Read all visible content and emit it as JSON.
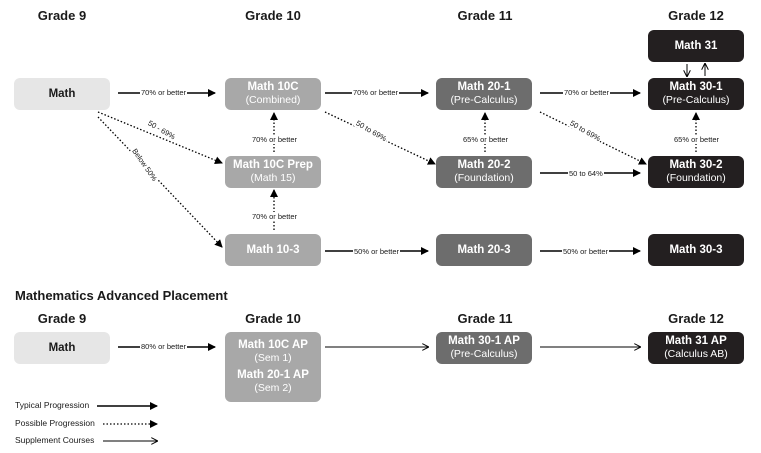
{
  "headers": [
    "Grade 9",
    "Grade 10",
    "Grade 11",
    "Grade 12"
  ],
  "ap_section_title": "Mathematics Advanced Placement",
  "courses": {
    "math9": {
      "name": "Math",
      "sub": ""
    },
    "math10c": {
      "name": "Math 10C",
      "sub": "(Combined)"
    },
    "math10cprep": {
      "name": "Math 10C Prep",
      "sub": "(Math 15)"
    },
    "math10_3": {
      "name": "Math 10-3",
      "sub": ""
    },
    "math20_1": {
      "name": "Math 20-1",
      "sub": "(Pre-Calculus)"
    },
    "math20_2": {
      "name": "Math 20-2",
      "sub": "(Foundation)"
    },
    "math20_3": {
      "name": "Math 20-3",
      "sub": ""
    },
    "math31": {
      "name": "Math 31",
      "sub": ""
    },
    "math30_1": {
      "name": "Math 30-1",
      "sub": "(Pre-Calculus)"
    },
    "math30_2": {
      "name": "Math 30-2",
      "sub": "(Foundation)"
    },
    "math30_3": {
      "name": "Math 30-3",
      "sub": ""
    }
  },
  "ap_courses": {
    "math9": {
      "name": "Math"
    },
    "math10ap": {
      "name": "Math 10C AP",
      "sub": "(Sem 1)",
      "name2": "Math 20-1 AP",
      "sub2": "(Sem 2)"
    },
    "math30_1ap": {
      "name": "Math 30-1 AP",
      "sub": "(Pre-Calculus)"
    },
    "math31ap": {
      "name": "Math 31 AP",
      "sub": "(Calculus AB)"
    }
  },
  "labels": {
    "m9_10c": "70% or better",
    "m9_prep": "50 - 69%",
    "m9_103": "Below 50%",
    "m10c_201": "70% or better",
    "m10c_202": "50 to 69%",
    "prep_10c": "70% or better",
    "m103_prep": "70% or better",
    "m103_203": "50% or better",
    "m201_301": "70% or better",
    "m201_302": "50 to 69%",
    "m202_201": "65% or better",
    "m202_302": "50 to 64%",
    "m302_301": "65% or better",
    "m203_303": "50% or better",
    "ap_9_10": "80% or better"
  },
  "legend": {
    "typical": "Typical Progression",
    "possible": "Possible Progression",
    "supplement": "Supplement Courses"
  }
}
